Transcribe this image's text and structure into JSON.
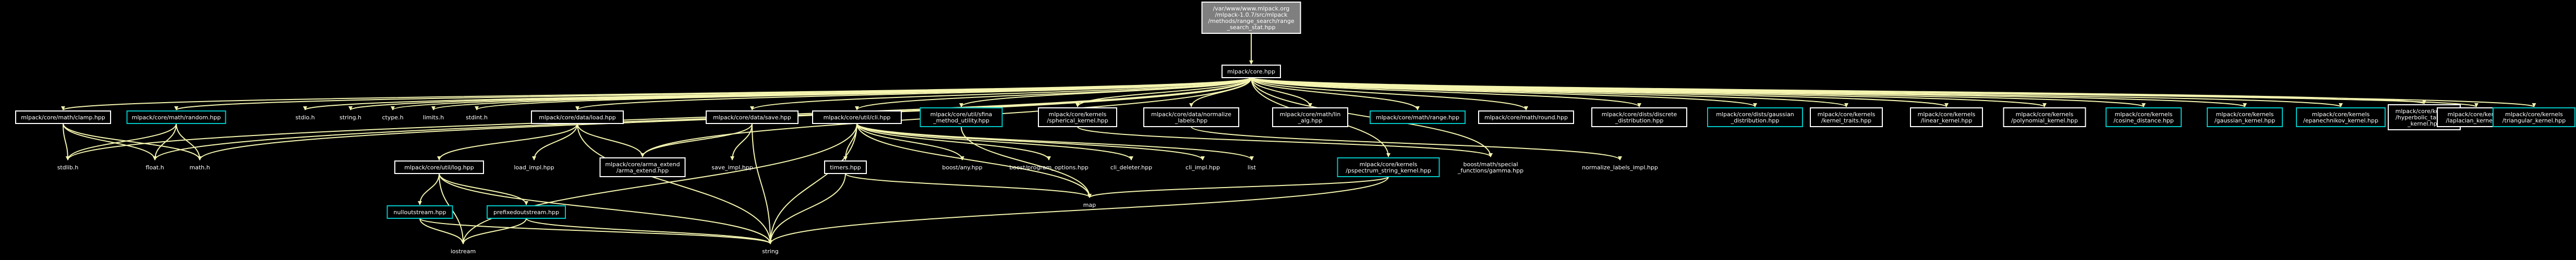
{
  "colors": {
    "background": "#000000",
    "node_default_border": "#ffffff",
    "node_linked_border": "#00c8c8",
    "root_fill": "#7f7f7f",
    "edge": "#f5f5b0",
    "text": "#ffffff"
  },
  "nodes": [
    {
      "id": "root",
      "lines": [
        "/var/www/www.mlpack.org",
        "/mlpack-1.0.7/src/mlpack",
        "/methods/range_search/range",
        "_search_stat.hpp"
      ],
      "style": "root"
    },
    {
      "id": "core",
      "lines": [
        "mlpack/core.hpp"
      ],
      "style": "default"
    },
    {
      "id": "clamp",
      "lines": [
        "mlpack/core/math/clamp.hpp"
      ],
      "style": "default"
    },
    {
      "id": "random",
      "lines": [
        "mlpack/core/math/random.hpp"
      ],
      "style": "linked"
    },
    {
      "id": "stdio",
      "lines": [
        "stdio.h"
      ],
      "style": "plain"
    },
    {
      "id": "string_h",
      "lines": [
        "string.h"
      ],
      "style": "plain"
    },
    {
      "id": "ctype",
      "lines": [
        "ctype.h"
      ],
      "style": "plain"
    },
    {
      "id": "limits",
      "lines": [
        "limits.h"
      ],
      "style": "plain"
    },
    {
      "id": "stdint",
      "lines": [
        "stdint.h"
      ],
      "style": "plain"
    },
    {
      "id": "dload",
      "lines": [
        "mlpack/core/data/load.hpp"
      ],
      "style": "default"
    },
    {
      "id": "dsave",
      "lines": [
        "mlpack/core/data/save.hpp"
      ],
      "style": "default"
    },
    {
      "id": "cli",
      "lines": [
        "mlpack/core/util/cli.hpp"
      ],
      "style": "default"
    },
    {
      "id": "sfinae",
      "lines": [
        "mlpack/core/util/sfina",
        "_method_utility.hpp"
      ],
      "style": "linked"
    },
    {
      "id": "spherical",
      "lines": [
        "mlpack/core/kernels",
        "/spherical_kernel.hpp"
      ],
      "style": "default"
    },
    {
      "id": "normalize",
      "lines": [
        "mlpack/core/data/normalize",
        "_labels.hpp"
      ],
      "style": "default"
    },
    {
      "id": "lin_alg",
      "lines": [
        "mlpack/core/math/lin",
        "_alg.hpp"
      ],
      "style": "default"
    },
    {
      "id": "range",
      "lines": [
        "mlpack/core/math/range.hpp"
      ],
      "style": "linked"
    },
    {
      "id": "round",
      "lines": [
        "mlpack/core/math/round.hpp"
      ],
      "style": "default"
    },
    {
      "id": "discrete",
      "lines": [
        "mlpack/core/dists/discrete",
        "_distribution.hpp"
      ],
      "style": "default"
    },
    {
      "id": "gaussian_dist",
      "lines": [
        "mlpack/core/dists/gaussian",
        "_distribution.hpp"
      ],
      "style": "linked"
    },
    {
      "id": "kernel_traits",
      "lines": [
        "mlpack/core/kernels",
        "/kernel_traits.hpp"
      ],
      "style": "default"
    },
    {
      "id": "linear",
      "lines": [
        "mlpack/core/kernels",
        "/linear_kernel.hpp"
      ],
      "style": "default"
    },
    {
      "id": "polynomial",
      "lines": [
        "mlpack/core/kernels",
        "/polynomial_kernel.hpp"
      ],
      "style": "default"
    },
    {
      "id": "cosine",
      "lines": [
        "mlpack/core/kernels",
        "/cosine_distance.hpp"
      ],
      "style": "linked"
    },
    {
      "id": "gaussian_k",
      "lines": [
        "mlpack/core/kernels",
        "/gaussian_kernel.hpp"
      ],
      "style": "linked"
    },
    {
      "id": "epanechnikov",
      "lines": [
        "mlpack/core/kernels",
        "/epanechnikov_kernel.hpp"
      ],
      "style": "linked"
    },
    {
      "id": "hyperbolic",
      "lines": [
        "mlpack/core/kernels",
        "/hyperbolic_tangent",
        "_kernel.hpp"
      ],
      "style": "default"
    },
    {
      "id": "laplacian",
      "lines": [
        "mlpack/core/kernels",
        "/laplacian_kernel.hpp"
      ],
      "style": "default"
    },
    {
      "id": "triangular",
      "lines": [
        "mlpack/core/kernels",
        "/triangular_kernel.hpp"
      ],
      "style": "linked"
    },
    {
      "id": "stdlib",
      "lines": [
        "stdlib.h"
      ],
      "style": "plain"
    },
    {
      "id": "float",
      "lines": [
        "float.h"
      ],
      "style": "plain"
    },
    {
      "id": "math",
      "lines": [
        "math.h"
      ],
      "style": "plain"
    },
    {
      "id": "log",
      "lines": [
        "mlpack/core/util/log.hpp"
      ],
      "style": "default"
    },
    {
      "id": "load_impl",
      "lines": [
        "load_impl.hpp"
      ],
      "style": "plain"
    },
    {
      "id": "arma_extend",
      "lines": [
        "mlpack/core/arma_extend",
        "/arma_extend.hpp"
      ],
      "style": "default"
    },
    {
      "id": "save_impl",
      "lines": [
        "save_impl.hpp"
      ],
      "style": "plain"
    },
    {
      "id": "timers",
      "lines": [
        "timers.hpp"
      ],
      "style": "default"
    },
    {
      "id": "boost_any",
      "lines": [
        "boost/any.hpp"
      ],
      "style": "plain"
    },
    {
      "id": "boost_po",
      "lines": [
        "boost/program_options.hpp"
      ],
      "style": "plain"
    },
    {
      "id": "cli_deleter",
      "lines": [
        "cli_deleter.hpp"
      ],
      "style": "plain"
    },
    {
      "id": "cli_impl",
      "lines": [
        "cli_impl.hpp"
      ],
      "style": "plain"
    },
    {
      "id": "list",
      "lines": [
        "list"
      ],
      "style": "plain"
    },
    {
      "id": "pspectrum",
      "lines": [
        "mlpack/core/kernels",
        "/pspectrum_string_kernel.hpp"
      ],
      "style": "linked"
    },
    {
      "id": "boost_gamma",
      "lines": [
        "boost/math/special",
        "_functions/gamma.hpp"
      ],
      "style": "plain"
    },
    {
      "id": "normalize_impl",
      "lines": [
        "normalize_labels_impl.hpp"
      ],
      "style": "plain"
    },
    {
      "id": "nulloutstream",
      "lines": [
        "nulloutstream.hpp"
      ],
      "style": "linked"
    },
    {
      "id": "prefixedoutstream",
      "lines": [
        "prefixedoutstream.hpp"
      ],
      "style": "linked"
    },
    {
      "id": "map",
      "lines": [
        "map"
      ],
      "style": "plain"
    },
    {
      "id": "iostream",
      "lines": [
        "iostream"
      ],
      "style": "plain"
    },
    {
      "id": "string",
      "lines": [
        "string"
      ],
      "style": "plain"
    }
  ],
  "edges": [
    [
      "root",
      "core"
    ],
    [
      "core",
      "clamp"
    ],
    [
      "core",
      "random"
    ],
    [
      "core",
      "stdio"
    ],
    [
      "core",
      "string_h"
    ],
    [
      "core",
      "ctype"
    ],
    [
      "core",
      "limits"
    ],
    [
      "core",
      "stdint"
    ],
    [
      "core",
      "dload"
    ],
    [
      "core",
      "dsave"
    ],
    [
      "core",
      "cli"
    ],
    [
      "core",
      "sfinae"
    ],
    [
      "core",
      "spherical"
    ],
    [
      "core",
      "normalize"
    ],
    [
      "core",
      "lin_alg"
    ],
    [
      "core",
      "range"
    ],
    [
      "core",
      "round"
    ],
    [
      "core",
      "discrete"
    ],
    [
      "core",
      "gaussian_dist"
    ],
    [
      "core",
      "kernel_traits"
    ],
    [
      "core",
      "linear"
    ],
    [
      "core",
      "polynomial"
    ],
    [
      "core",
      "cosine"
    ],
    [
      "core",
      "gaussian_k"
    ],
    [
      "core",
      "epanechnikov"
    ],
    [
      "core",
      "hyperbolic"
    ],
    [
      "core",
      "laplacian"
    ],
    [
      "core",
      "triangular"
    ],
    [
      "core",
      "stdlib"
    ],
    [
      "core",
      "float"
    ],
    [
      "core",
      "math"
    ],
    [
      "core",
      "arma_extend"
    ],
    [
      "core",
      "pspectrum"
    ],
    [
      "core",
      "boost_gamma"
    ],
    [
      "clamp",
      "stdlib"
    ],
    [
      "clamp",
      "float"
    ],
    [
      "clamp",
      "math"
    ],
    [
      "random",
      "stdlib"
    ],
    [
      "random",
      "float"
    ],
    [
      "random",
      "math"
    ],
    [
      "dload",
      "log"
    ],
    [
      "dload",
      "load_impl"
    ],
    [
      "dload",
      "arma_extend"
    ],
    [
      "dload",
      "string"
    ],
    [
      "dsave",
      "arma_extend"
    ],
    [
      "dsave",
      "save_impl"
    ],
    [
      "dsave",
      "string"
    ],
    [
      "cli",
      "timers"
    ],
    [
      "cli",
      "boost_any"
    ],
    [
      "cli",
      "boost_po"
    ],
    [
      "cli",
      "cli_deleter"
    ],
    [
      "cli",
      "cli_impl"
    ],
    [
      "cli",
      "list"
    ],
    [
      "cli",
      "map"
    ],
    [
      "cli",
      "iostream"
    ],
    [
      "cli",
      "string"
    ],
    [
      "sfinae",
      "map"
    ],
    [
      "spherical",
      "boost_gamma"
    ],
    [
      "normalize",
      "normalize_impl"
    ],
    [
      "pspectrum",
      "map"
    ],
    [
      "pspectrum",
      "string"
    ],
    [
      "log",
      "nulloutstream"
    ],
    [
      "log",
      "prefixedoutstream"
    ],
    [
      "log",
      "iostream"
    ],
    [
      "log",
      "string"
    ],
    [
      "nulloutstream",
      "iostream"
    ],
    [
      "nulloutstream",
      "string"
    ],
    [
      "prefixedoutstream",
      "iostream"
    ],
    [
      "prefixedoutstream",
      "string"
    ],
    [
      "timers",
      "map"
    ],
    [
      "timers",
      "string"
    ]
  ]
}
